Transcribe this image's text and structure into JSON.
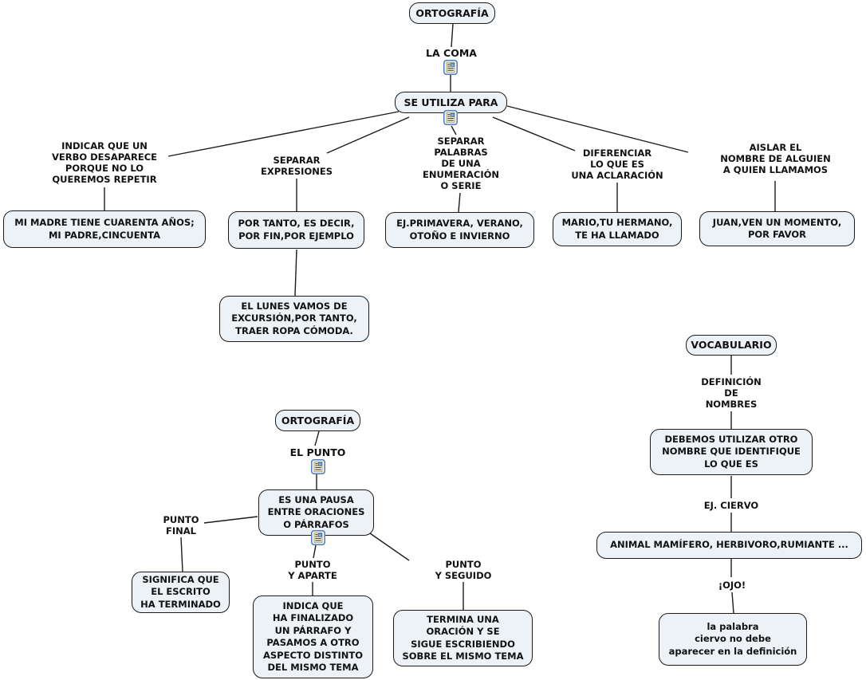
{
  "app": {
    "type": "concept-map",
    "subject": "ORTOGRAFÍA"
  },
  "colors": {
    "background": "#ffffff",
    "node_fill": "#ecf2f6",
    "node_border": "#1b1b1b",
    "connector": "#1b1b1b",
    "text": "#111111",
    "resource_icon_border": "#4a7dc4",
    "resource_icon_page": "#f7f2d0",
    "resource_icon_image": "#7fb2e5"
  },
  "icons": {
    "resource": "resource-document-icon"
  },
  "coma": {
    "root": "ORTOGRAFÍA",
    "topic": "LA COMA",
    "hub": "SE UTILIZA PARA",
    "uses": [
      {
        "link": "INDICAR QUE UN\nVERBO DESAPARECE\nPORQUE NO LO\nQUEREMOS REPETIR",
        "example": "MI MADRE TIENE CUARENTA AÑOS;\nMI PADRE,CINCUENTA"
      },
      {
        "link": "SEPARAR\nEXPRESIONES",
        "example": "POR TANTO, ES DECIR,\nPOR FIN,POR EJEMPLO",
        "example2": "EL LUNES VAMOS DE\nEXCURSIÓN,POR TANTO,\nTRAER ROPA CÓMODA."
      },
      {
        "link": "SEPARAR\nPALABRAS\nDE UNA\nENUMERACIÓN\nO SERIE",
        "example": "EJ.PRIMAVERA, VERANO,\nOTOÑO E INVIERNO"
      },
      {
        "link": "DIFERENCIAR\nLO QUE ES\nUNA ACLARACIÓN",
        "example": "MARIO,TU HERMANO,\nTE HA LLAMADO"
      },
      {
        "link": "AISLAR EL\nNOMBRE DE ALGUIEN\nA QUIEN LLAMAMOS",
        "example": "JUAN,VEN UN MOMENTO,\nPOR FAVOR"
      }
    ]
  },
  "punto": {
    "root": "ORTOGRAFÍA",
    "topic": "EL PUNTO",
    "definition": "ES UNA PAUSA\nENTRE ORACIONES\nO PÁRRAFOS",
    "kinds": [
      {
        "link": "PUNTO\nFINAL",
        "description": "SIGNIFICA QUE\nEL ESCRITO\nHA TERMINADO"
      },
      {
        "link": "PUNTO\nY APARTE",
        "description": "INDICA QUE\nHA FINALIZADO\nUN PÁRRAFO Y\nPASAMOS A OTRO\nASPECTO DISTINTO\nDEL MISMO TEMA"
      },
      {
        "link": "PUNTO\nY SEGUIDO",
        "description": "TERMINA UNA\nORACIÓN Y SE\nSIGUE ESCRIBIENDO\nSOBRE EL MISMO TEMA"
      }
    ]
  },
  "vocabulario": {
    "root": "VOCABULARIO",
    "link1": "DEFINICIÓN\nDE\nNOMBRES",
    "rule": "DEBEMOS UTILIZAR OTRO\nNOMBRE QUE IDENTIFIQUE\nLO QUE ES",
    "link2": "EJ. CIERVO",
    "example": "ANIMAL MAMÍFERO, HERBIVORO,RUMIANTE ...",
    "link3": "¡OJO!",
    "warning": "la palabra\nciervo no debe\naparecer en la definición"
  }
}
